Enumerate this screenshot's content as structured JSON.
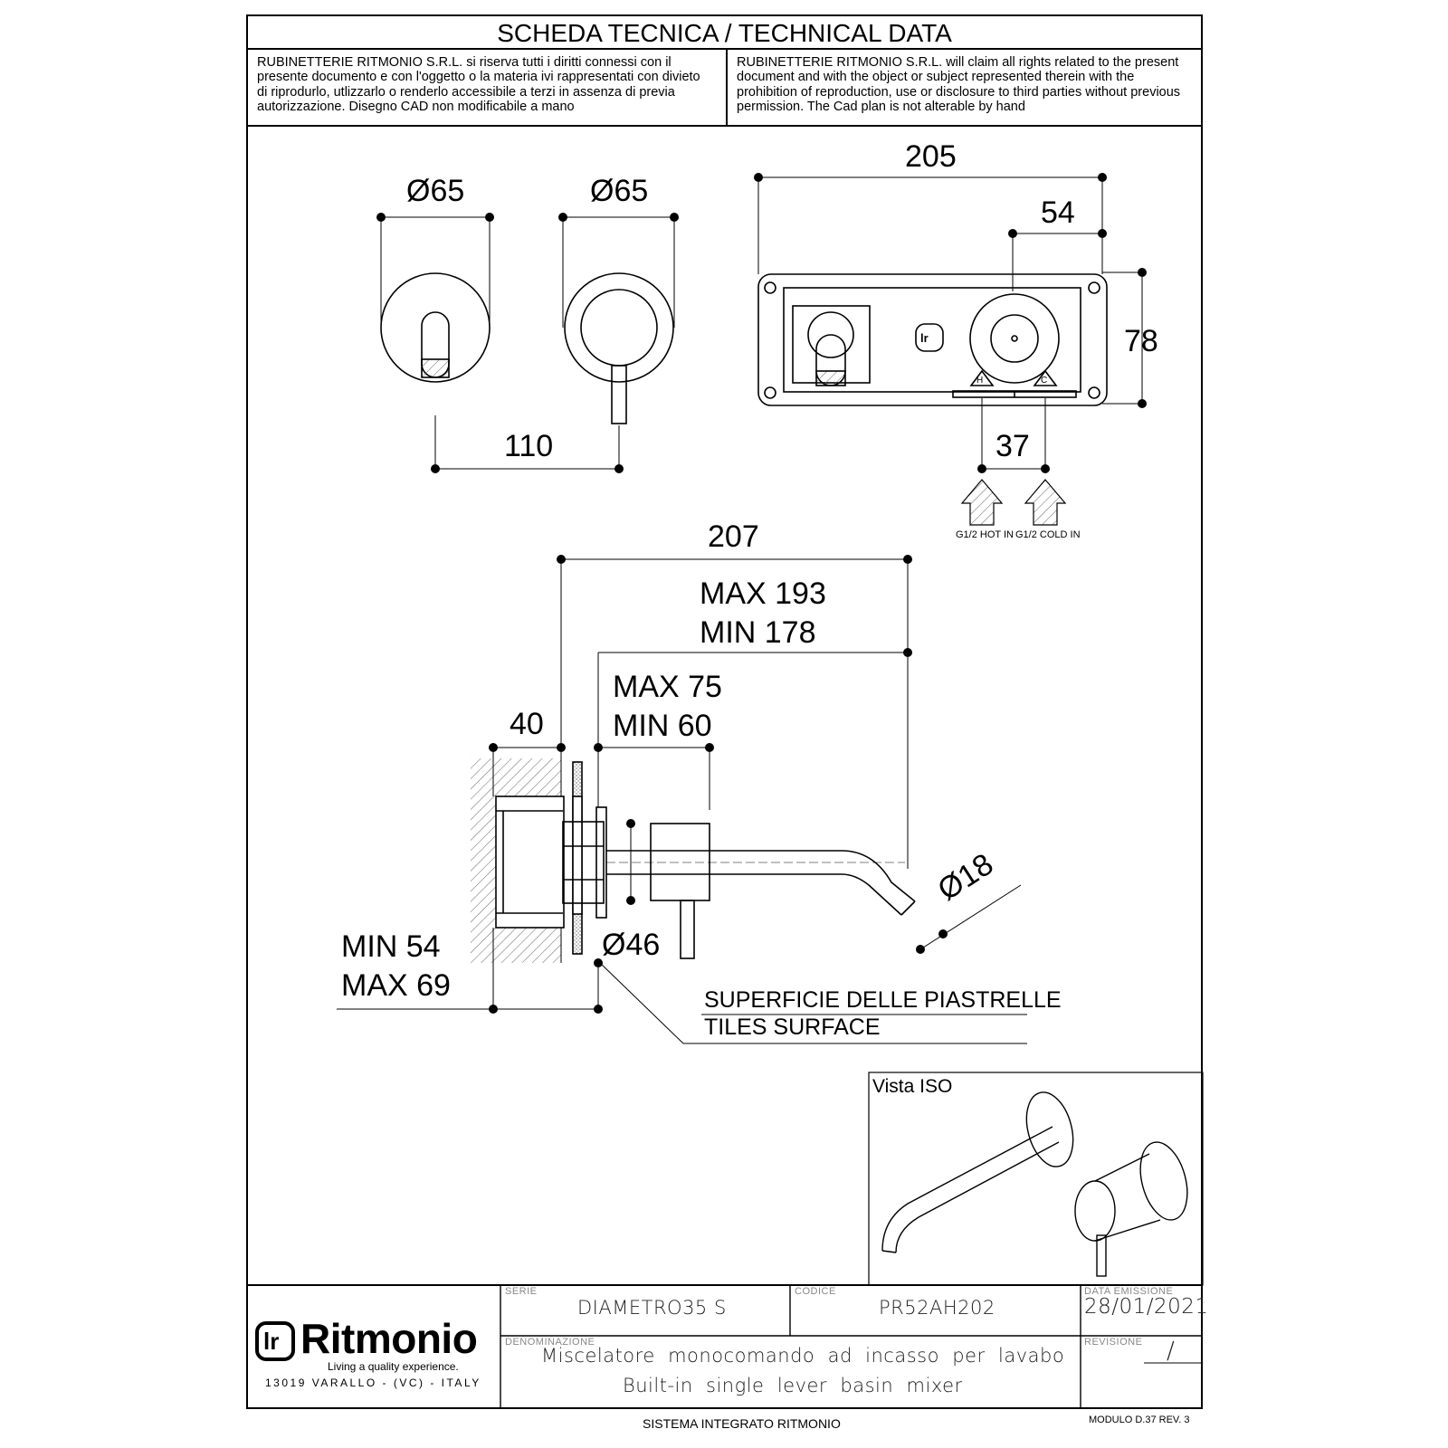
{
  "header": {
    "title": "SCHEDA TECNICA / TECHNICAL DATA",
    "notice_it": [
      "RUBINETTERIE RITMONIO S.R.L. si riserva tutti i diritti connessi con il",
      "presente documento e con l'oggetto o la materia ivi rappresentati con divieto",
      "di riprodurlo, utlizzarlo o renderlo accessibile a terzi in assenza di previa",
      "autorizzazione. Disegno CAD non modificabile a mano"
    ],
    "notice_en": [
      "RUBINETTERIE RITMONIO S.R.L. will claim all rights related to the present",
      "document and with the object or subject represented therein with the",
      "prohibition  of reproduction, use or disclosure to third parties without previous",
      "permission.  The Cad plan is not alterable by hand"
    ]
  },
  "dimensions": {
    "spout_diameter": "Ø65",
    "lever_diameter": "Ø65",
    "spacing_spout_lever": "110",
    "box_width": "205",
    "box_inner": "54",
    "box_height": "78",
    "inlet_spacing": "37",
    "spout_length": "207",
    "projection_max": "MAX 193",
    "projection_min": "MIN 178",
    "lever_max": "MAX 75",
    "lever_min": "MIN 60",
    "box_depth": "40",
    "outlet_diameter": "Ø18",
    "flange_diameter": "Ø46",
    "embed_min": "MIN 54",
    "embed_max": "MAX 69"
  },
  "inlets": {
    "hot": "G1/2 HOT IN",
    "cold": "G1/2 COLD IN",
    "hot_mark": "H",
    "cold_mark": "C"
  },
  "tiles": {
    "label_it": "SUPERFICIE DELLE PIASTRELLE",
    "label_en": "TILES SURFACE"
  },
  "iso_view": {
    "label": "Vista ISO"
  },
  "title_block": {
    "brand": "Ritmonio",
    "logo_mark": "lr",
    "tagline": "Living a quality experience.",
    "address": "13019 VARALLO - (VC) - ITALY",
    "serie_label": "SERIE",
    "serie_value": "DIAMETRO35  S",
    "codice_label": "CODICE",
    "codice_value": "PR52AH202",
    "data_label": "DATA  EMISSIONE",
    "data_value": "28/01/2021",
    "denominazione_label": "DENOMINAZIONE",
    "denominazione_it": "Miscelatore  monocomando  ad  incasso  per  lavabo",
    "denominazione_en": "Built-in  single  lever  basin  mixer",
    "revisione_label": "REVISIONE",
    "revisione_value": "/"
  },
  "footer": {
    "center": "SISTEMA INTEGRATO RITMONIO",
    "right": "MODULO D.37 REV. 3"
  }
}
